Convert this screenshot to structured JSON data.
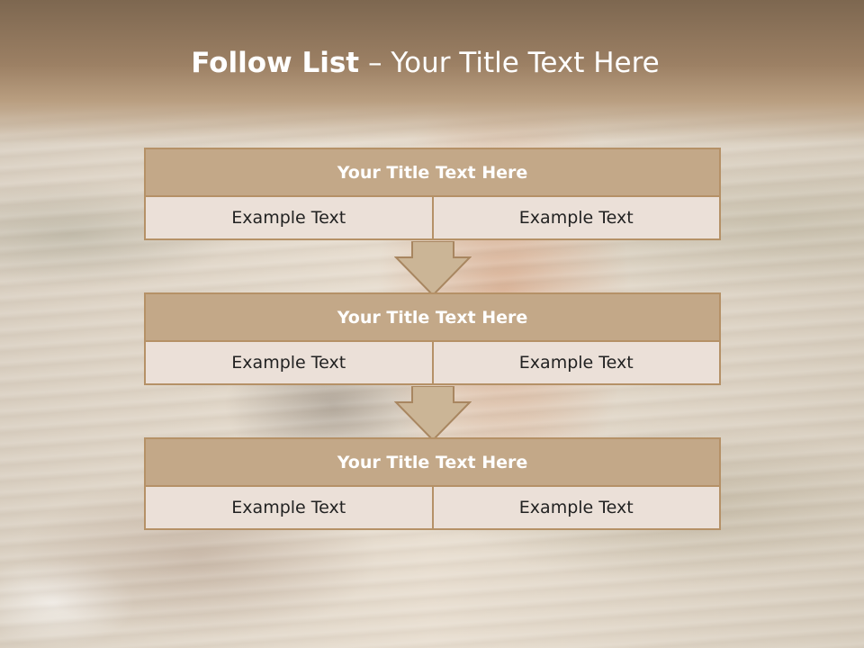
{
  "slide": {
    "title_bold": "Follow List",
    "title_rest": "– Your Title Text Here"
  },
  "groups": [
    {
      "title": "Your Title Text Here",
      "cells": [
        "Example Text",
        "Example Text"
      ]
    },
    {
      "title": "Your Title Text Here",
      "cells": [
        "Example Text",
        "Example Text"
      ]
    },
    {
      "title": "Your Title Text Here",
      "cells": [
        "Example Text",
        "Example Text"
      ]
    }
  ],
  "colors": {
    "header_fill": "#c3a888",
    "border": "#b59167",
    "cell_fill": "#ebe0d8",
    "arrow_fill": "#cbb596"
  },
  "icons": [
    "down-arrow-icon",
    "down-arrow-icon"
  ]
}
